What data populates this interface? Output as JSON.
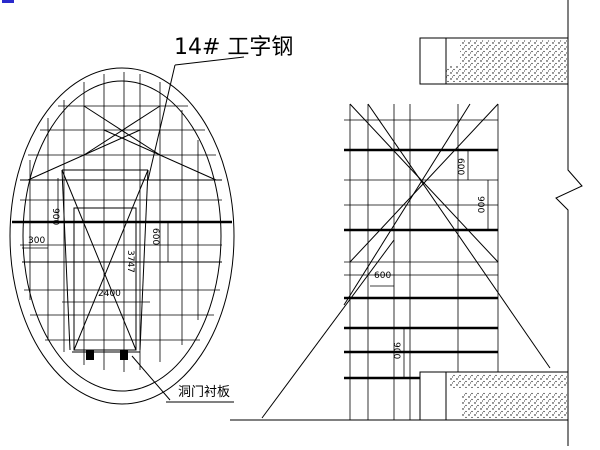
{
  "labels": {
    "callout_top": "14# 工字钢",
    "callout_bottom": "洞门衬板"
  },
  "dimensions": {
    "left_900": "900",
    "left_300": "300",
    "left_600": "600",
    "left_2400": "2400",
    "left_3747": "3747",
    "right_600_top": "600",
    "right_900_upper": "900",
    "right_600_mid": "600",
    "right_900_lower": "900"
  },
  "colors": {
    "lines": "#000000",
    "hatch": "#000000",
    "corner_mark": "#2a2acc"
  }
}
